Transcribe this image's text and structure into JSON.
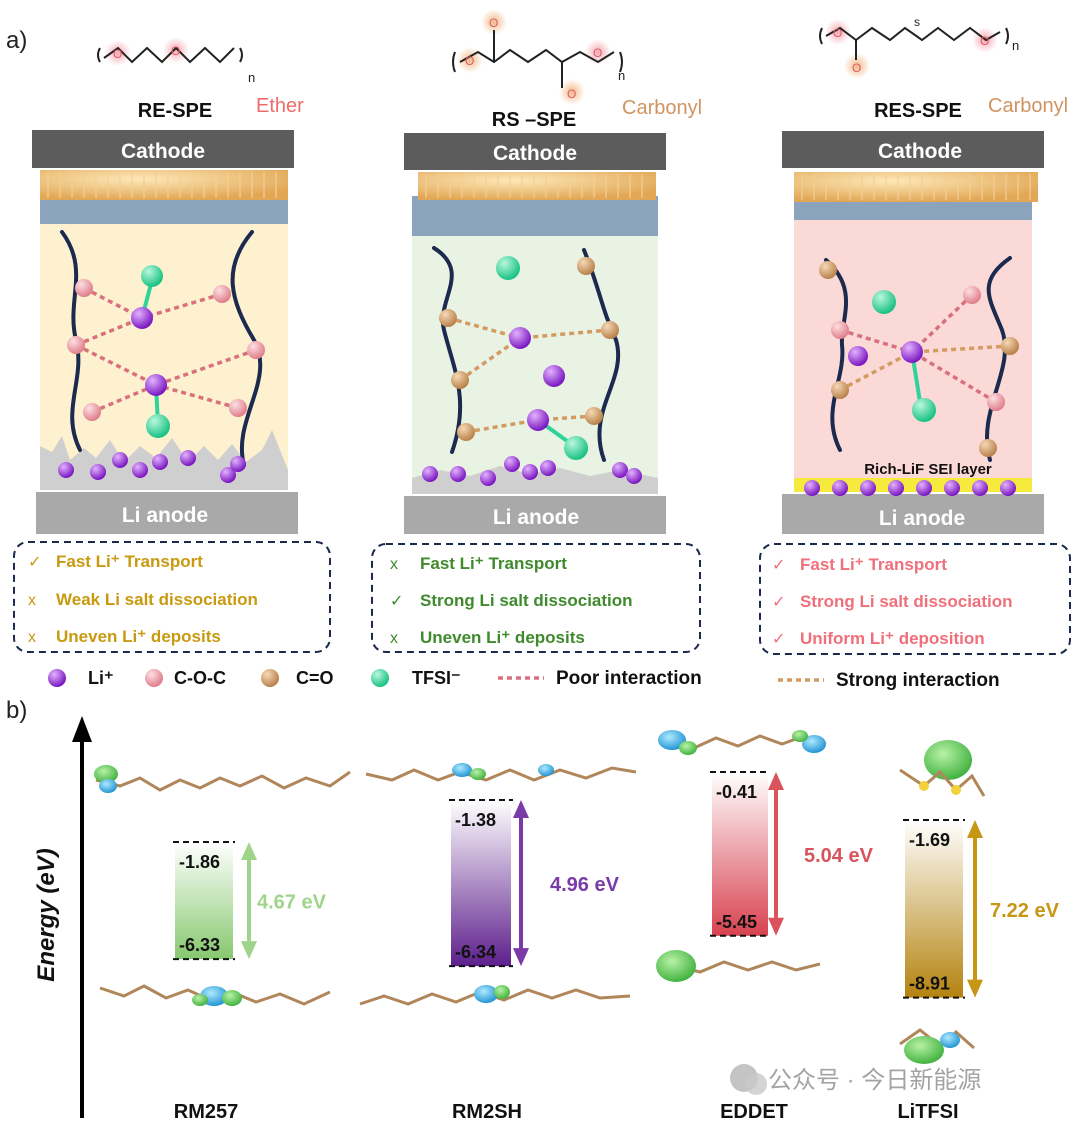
{
  "panel_a": {
    "label": "a)",
    "columns": [
      {
        "name": "RE-SPE",
        "group_label": "Ether",
        "cathode": "Cathode",
        "anode": "Li anode",
        "sei_label": "",
        "properties": [
          {
            "mark": "✓",
            "text": "Fast Li⁺ Transport"
          },
          {
            "mark": "x",
            "text": "Weak Li salt dissociation"
          },
          {
            "mark": "x",
            "text": "Uneven Li⁺ deposits"
          }
        ]
      },
      {
        "name": "RS –SPE",
        "group_label": "Carbonyl",
        "cathode": "Cathode",
        "anode": "Li anode",
        "sei_label": "",
        "properties": [
          {
            "mark": "x",
            "text": "Fast Li⁺ Transport"
          },
          {
            "mark": "✓",
            "text": "Strong Li salt dissociation"
          },
          {
            "mark": "x",
            "text": "Uneven Li⁺ deposits"
          }
        ]
      },
      {
        "name": "RES-SPE",
        "group_label": "Carbonyl",
        "cathode": "Cathode",
        "anode": "Li anode",
        "sei_label": "Rich-LiF SEI layer",
        "properties": [
          {
            "mark": "✓",
            "text": "Fast Li⁺ Transport"
          },
          {
            "mark": "✓",
            "text": "Strong Li salt dissociation"
          },
          {
            "mark": "✓",
            "text": "Uniform Li⁺ deposition"
          }
        ]
      }
    ],
    "formula": {
      "n": "n",
      "s": "s"
    },
    "legend": {
      "li": "Li⁺",
      "coc": "C-O-C",
      "co": "C=O",
      "tfsi": "TFSI⁻",
      "poor": "Poor interaction",
      "strong": "Strong interaction"
    }
  },
  "panel_b": {
    "label": "b)",
    "axis_label": "Energy (eV)",
    "molecules": [
      {
        "name": "RM257",
        "lumo": "-1.86",
        "homo": "-6.33",
        "gap": "4.67 eV"
      },
      {
        "name": "RM2SH",
        "lumo": "-1.38",
        "homo": "-6.34",
        "gap": "4.96 eV"
      },
      {
        "name": "EDDET",
        "lumo": "-0.41",
        "homo": "-5.45",
        "gap": "5.04 eV"
      },
      {
        "name": "LiTFSI",
        "lumo": "-1.69",
        "homo": "-8.91",
        "gap": "7.22 eV"
      }
    ],
    "watermark": "公众号 · 今日新能源"
  },
  "colors": {
    "li": "#9b30d9",
    "coc": "#e98f9a",
    "co": "#c8935a",
    "tfsi": "#2fd39a",
    "poor": "#d9707e",
    "strong": "#d39a62",
    "col1_text": "#c99a10",
    "col2_text": "#3f8a2c",
    "col3_text": "#ef6f7a",
    "gap1": "#9fd48b",
    "gap2": "#7a3aa8",
    "gap3": "#d9535c",
    "gap4": "#c79615"
  }
}
